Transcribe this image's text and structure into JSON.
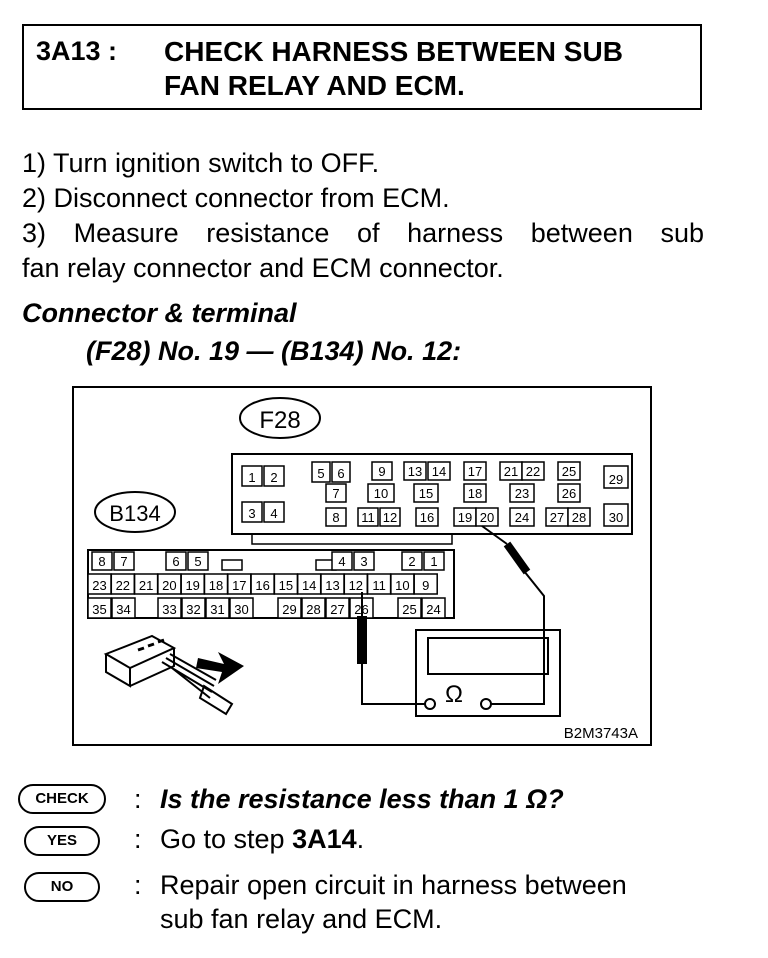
{
  "header": {
    "step_id": "3A13 :",
    "title_line1": "CHECK HARNESS BETWEEN SUB",
    "title_line2": "FAN RELAY AND ECM."
  },
  "steps": [
    "1) Turn ignition switch to OFF.",
    "2) Disconnect connector from ECM.",
    "3) Measure resistance of harness between sub",
    "fan relay connector and ECM connector."
  ],
  "connector": {
    "title": "Connector & terminal",
    "terminals": "(F28) No. 19 — (B134) No. 12:"
  },
  "diagram": {
    "f28_label": "F28",
    "b134_label": "B134",
    "figure_code": "B2M3743A",
    "ohm_symbol": "Ω",
    "f28_terminals": [
      "1",
      "2",
      "3",
      "4",
      "5",
      "6",
      "7",
      "8",
      "9",
      "10",
      "11",
      "12",
      "13",
      "14",
      "15",
      "16",
      "17",
      "18",
      "19",
      "20",
      "21",
      "22",
      "23",
      "24",
      "25",
      "26",
      "27",
      "28",
      "29",
      "30"
    ],
    "b134_row1": [
      "8",
      "7",
      "6",
      "5",
      "4",
      "3",
      "2",
      "1"
    ],
    "b134_row2": [
      "23",
      "22",
      "21",
      "20",
      "19",
      "18",
      "17",
      "16",
      "15",
      "14",
      "13",
      "12",
      "11",
      "10",
      "9"
    ],
    "b134_row3": [
      "35",
      "34",
      "33",
      "32",
      "31",
      "30",
      "29",
      "28",
      "27",
      "26",
      "25",
      "24"
    ]
  },
  "answers": {
    "check_badge": "CHECK",
    "yes_badge": "YES",
    "no_badge": "NO",
    "colon": ":",
    "question": "Is the resistance less than 1 Ω?",
    "yes_text_prefix": "Go to step ",
    "yes_step": "3A14",
    "yes_text_suffix": ".",
    "no_line1": "Repair open circuit in harness between",
    "no_line2": "sub fan relay and ECM."
  }
}
